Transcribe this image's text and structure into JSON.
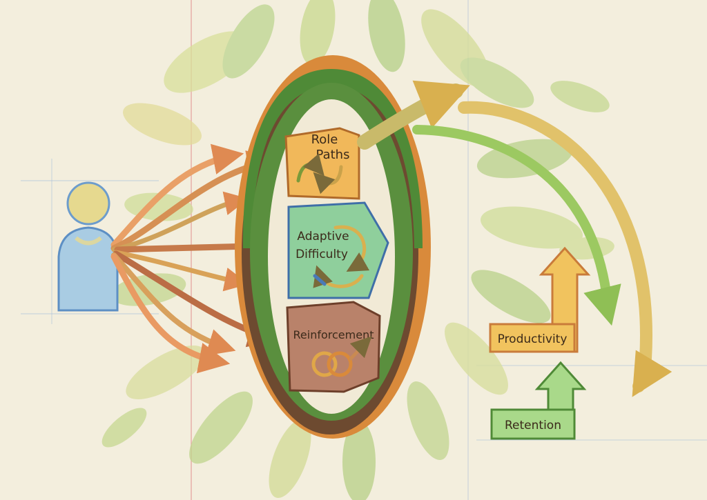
{
  "modules": {
    "role_paths": {
      "line1": "Role",
      "line2": "Paths",
      "color": "#f1b85a"
    },
    "adaptive_difficulty": {
      "line1": "Adaptive",
      "line2": "Difficulty",
      "color": "#8fcf9c"
    },
    "reinforcement": {
      "line1": "Reinforcement",
      "color": "#b9826a"
    }
  },
  "outcomes": {
    "productivity": {
      "label": "Productivity",
      "color": "#f1c35e"
    },
    "retention": {
      "label": "Retention",
      "color": "#a9d98a"
    }
  },
  "palette": {
    "paper": "#f3eedd",
    "leaf_green": "#b7cf86",
    "leaf_yellow": "#e6d98e",
    "ring_orange": "#d98a3b",
    "ring_green": "#4f8a37",
    "ring_brown": "#6d4a30",
    "person_blue": "#9fc6e0",
    "arrow_orange": "#e9a067"
  },
  "icons": [
    "learner-person-icon",
    "cycle-arrows-icon",
    "interlocked-rings-icon",
    "up-arrow-icon"
  ]
}
